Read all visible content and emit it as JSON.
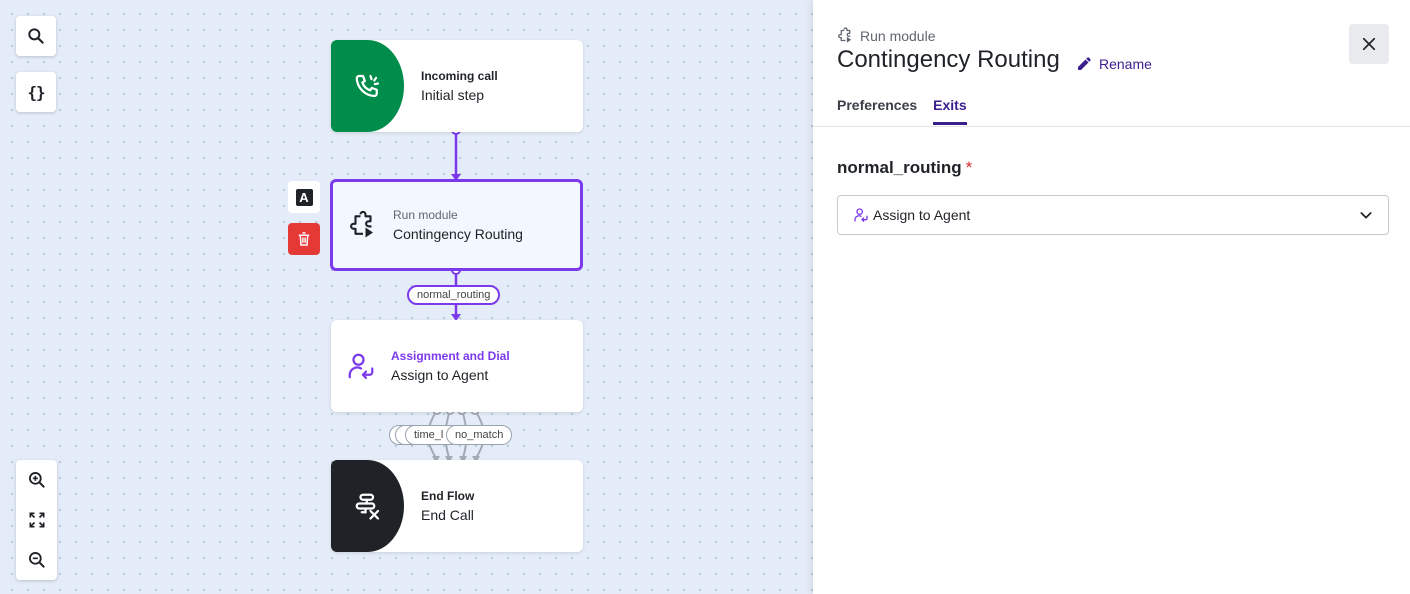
{
  "canvas": {
    "toolbar": {
      "braces_label": "{}"
    },
    "nodes": [
      {
        "category": "Incoming call",
        "name": "Initial step",
        "badge_color": "#008c4a"
      },
      {
        "category": "Run module",
        "name": "Contingency Routing",
        "selected": true
      },
      {
        "category": "Assignment and Dial",
        "name": "Assign to Agent",
        "category_color": "#7c3aed"
      },
      {
        "category": "End Flow",
        "name": "End Call",
        "badge_color": "#1f2328"
      }
    ],
    "side_buttons": {
      "annotate_label": "A"
    },
    "edge_labels": {
      "normal_routing": "normal_routing",
      "time_label": "time_l",
      "no_match": "no_match"
    }
  },
  "panel": {
    "subtitle": "Run module",
    "title": "Contingency Routing",
    "rename_label": "Rename",
    "tabs": [
      {
        "label": "Preferences",
        "active": false
      },
      {
        "label": "Exits",
        "active": true
      }
    ],
    "field": {
      "label": "normal_routing",
      "required_mark": "*",
      "selected_value": "Assign to Agent"
    }
  },
  "colors": {
    "accent": "#7c3aed",
    "accent_dark": "#3b1f8c",
    "delete": "#e53935",
    "canvas_bg": "#e3ecf8"
  }
}
